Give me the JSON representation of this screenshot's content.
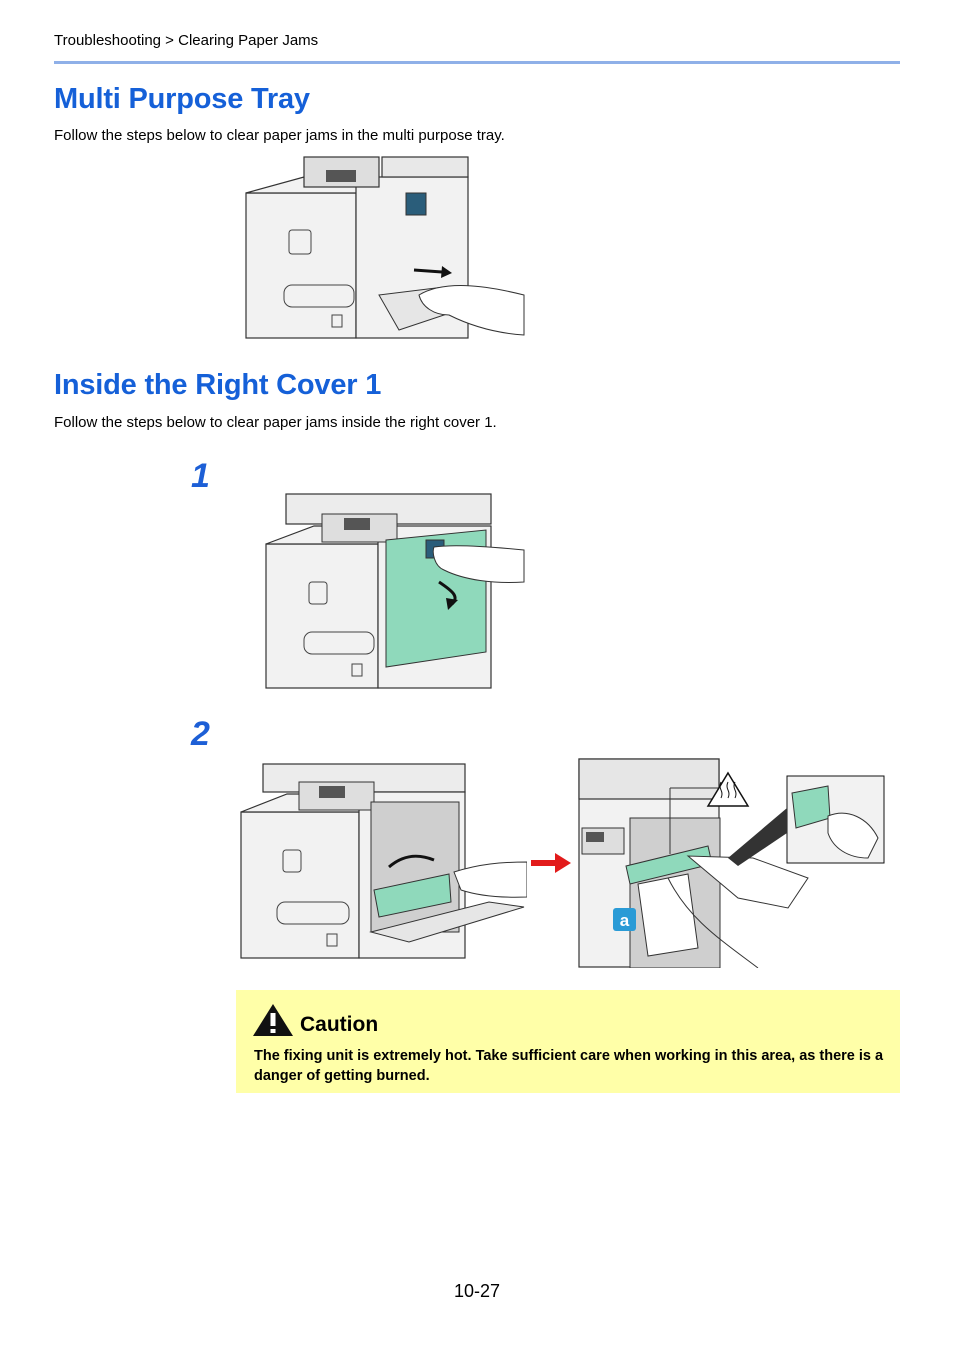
{
  "header": {
    "breadcrumb": "Troubleshooting > Clearing Paper Jams"
  },
  "section1": {
    "title": "Multi Purpose Tray",
    "description": "Follow the steps below to clear paper jams in the multi purpose tray."
  },
  "section2": {
    "title": "Inside the Right Cover 1",
    "description": "Follow the steps below to clear paper jams inside the right cover 1.",
    "steps": [
      {
        "number": "1"
      },
      {
        "number": "2"
      }
    ],
    "callout_label": "a"
  },
  "caution": {
    "title": "Caution",
    "text": "The fixing unit is extremely hot. Take sufficient care when working in this area, as there is a danger of getting burned."
  },
  "footer": {
    "page_number": "10-27"
  },
  "colors": {
    "heading": "#1560d8",
    "rule": "#8fb0e8",
    "caution_bg": "#ffffa8",
    "cover_green": "#8fd9bb",
    "arrow_red": "#e21b1b"
  }
}
